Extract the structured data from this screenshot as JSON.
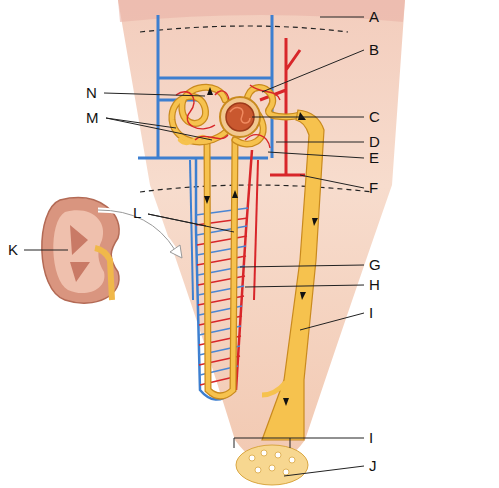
{
  "diagram": {
    "labels": [
      "A",
      "B",
      "N",
      "C",
      "M",
      "D",
      "E",
      "F",
      "L",
      "K",
      "G",
      "H",
      "I",
      "I",
      "J"
    ]
  }
}
